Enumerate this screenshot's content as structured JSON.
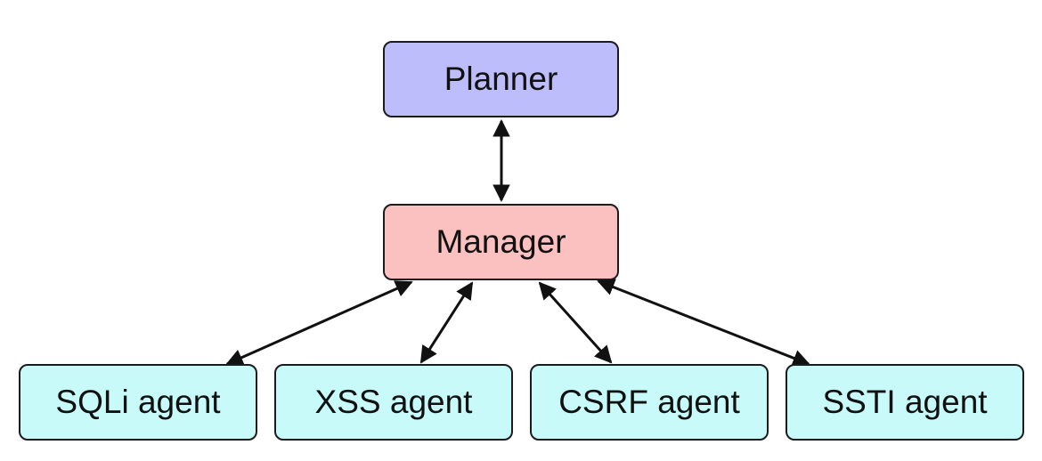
{
  "diagram": {
    "planner": {
      "label": "Planner",
      "fill": "#bdbdfb"
    },
    "manager": {
      "label": "Manager",
      "fill": "#fbc0c0"
    },
    "agents": [
      {
        "label": "SQLi agent",
        "fill": "#c8fafa"
      },
      {
        "label": "XSS agent",
        "fill": "#c8fafa"
      },
      {
        "label": "CSRF agent",
        "fill": "#c8fafa"
      },
      {
        "label": "SSTI agent",
        "fill": "#c8fafa"
      }
    ],
    "edges": [
      {
        "from": "Planner",
        "to": "Manager",
        "direction": "bidirectional"
      },
      {
        "from": "Manager",
        "to": "SQLi agent",
        "direction": "bidirectional"
      },
      {
        "from": "Manager",
        "to": "XSS agent",
        "direction": "bidirectional"
      },
      {
        "from": "Manager",
        "to": "CSRF agent",
        "direction": "bidirectional"
      },
      {
        "from": "Manager",
        "to": "SSTI agent",
        "direction": "bidirectional"
      }
    ],
    "edge_color": "#111111"
  }
}
